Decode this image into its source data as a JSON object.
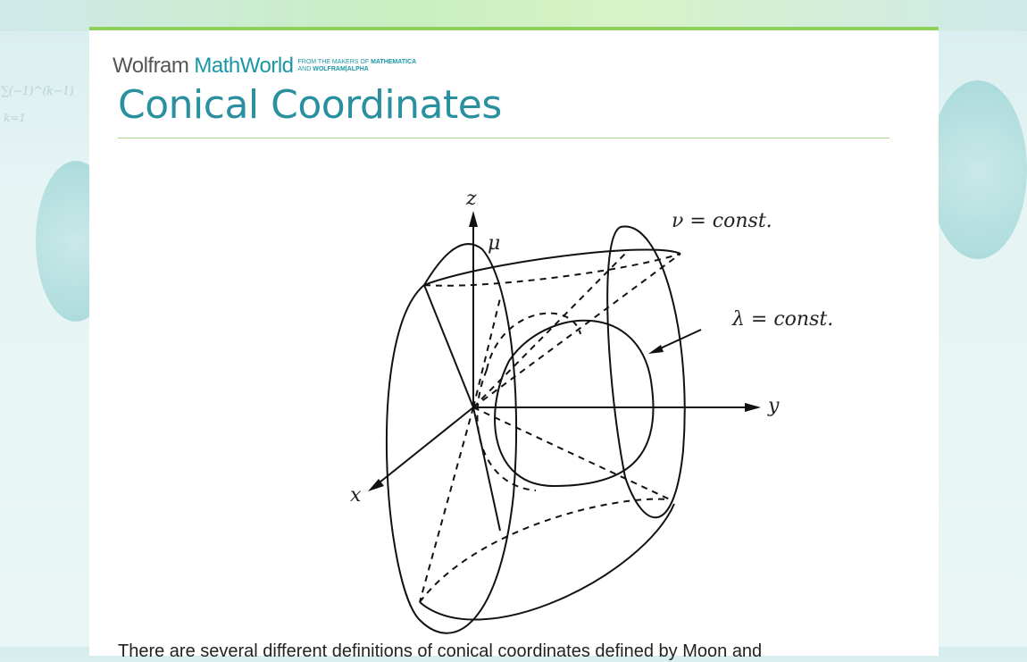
{
  "logo": {
    "wolfram": "Wolfram",
    "mathworld": "MathWorld",
    "tagline_line1": "FROM THE MAKERS OF",
    "tagline_bold1": "MATHEMATICA",
    "tagline_line2": "AND",
    "tagline_bold2": "WOLFRAM|ALPHA"
  },
  "page": {
    "title": "Conical Coordinates"
  },
  "figure": {
    "z_label": "z",
    "mu_label": "μ",
    "nu_label": "ν = const.",
    "lambda_label": "λ = const.",
    "y_label": "y",
    "x_label": "x"
  },
  "body": {
    "text": "There are several different definitions of conical coordinates defined by Moon and"
  },
  "background": {
    "sum_formula": "∑(−1)^(k−1)",
    "k_label": "k=1"
  },
  "colors": {
    "accent": "#2a90a0",
    "rule": "#a8d98a",
    "top_border": "#8ed05a"
  }
}
